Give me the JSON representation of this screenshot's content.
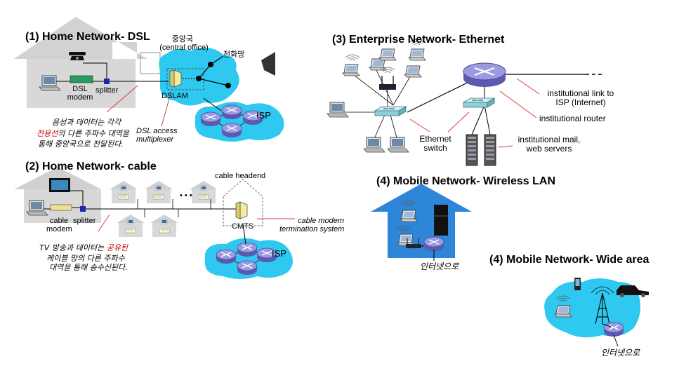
{
  "sections": {
    "dsl": {
      "title": "(1) Home Network- DSL",
      "central_office_ko": "중앙국",
      "central_office_en": "(central office)",
      "telephone_network": "전화망",
      "dsl_modem": "DSL\nmodem",
      "splitter": "splitter",
      "dslam": "DSLAM",
      "isp": "ISP",
      "dslam_desc": "DSL access\nmultiplexer",
      "note_line1": "음성과 데이터는 각각",
      "note_line2_highlight": "전용선",
      "note_line2_rest": "의 다른 주파수 대역을",
      "note_line3": "통해 중앙국으로 전달된다."
    },
    "cable": {
      "title": "(2) Home Network- cable",
      "headend": "cable headend",
      "cable_modem": "cable\nmodem",
      "splitter": "splitter",
      "cmts": "CMTS",
      "cmts_desc": "cable modem\ntermination system",
      "isp": "ISP",
      "note_line1_pre": "TV 방송과 데이터는 ",
      "note_line1_highlight": "공유된",
      "note_line2": "케이블 망의 다른 주파수",
      "note_line3": "대역을 통해 송수신된다."
    },
    "enterprise": {
      "title": "(3) Enterprise Network- Ethernet",
      "link_label": "institutional link to\nISP (Internet)",
      "router_label": "institutional router",
      "switch_label": "Ethernet\nswitch",
      "servers_label": "institutional mail,\nweb servers"
    },
    "wlan": {
      "title": "(4) Mobile Network- Wireless LAN",
      "to_internet": "인터넷으로"
    },
    "wide": {
      "title": "(4) Mobile Network- Wide area",
      "to_internet": "인터넷으로"
    }
  },
  "colors": {
    "cloud": "#2ec8f0",
    "house": "#cfcfcf",
    "house_blue": "#2e86d8",
    "router": "#8080d0",
    "switch": "#a9dbe0",
    "highlight_text": "#cc0000",
    "annotation_line": "#d04040"
  },
  "icons": [
    "telephone-icon",
    "computer-icon",
    "laptop-icon",
    "tv-icon",
    "router-icon",
    "switch-icon",
    "server-icon",
    "antenna-icon",
    "car-icon",
    "phone-icon",
    "wifi-router-icon",
    "refrigerator-icon"
  ]
}
